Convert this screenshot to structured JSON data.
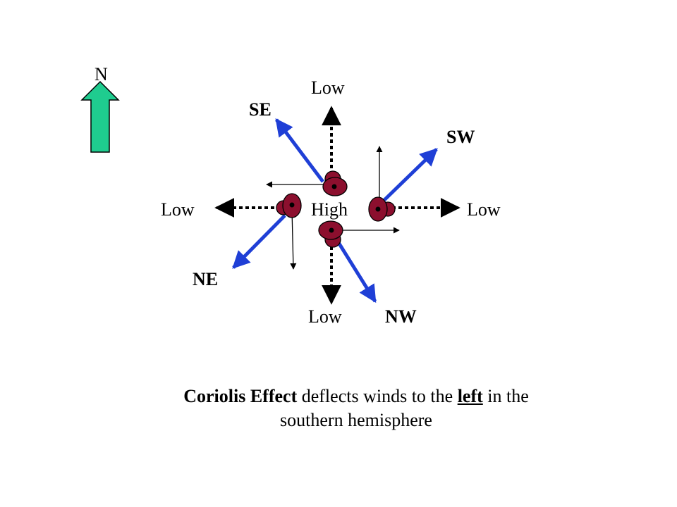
{
  "compass": {
    "label": "N",
    "arrow_color": "#1fcc8f"
  },
  "center": {
    "label": "High"
  },
  "pressure_labels": {
    "top": "Low",
    "bottom": "Low",
    "left": "Low",
    "right": "Low"
  },
  "wind_labels": {
    "se": "SE",
    "sw": "SW",
    "ne": "NE",
    "nw": "NW"
  },
  "caption": {
    "bold_term": "Coriolis Effect",
    "text_before_underline": " deflects winds to the ",
    "underlined": "left",
    "text_after_underline": " in the",
    "line2": "southern hemisphere"
  },
  "colors": {
    "deflected_wind": "#1f3fd6",
    "parcel": "#8c0f2e",
    "text": "#000000"
  }
}
